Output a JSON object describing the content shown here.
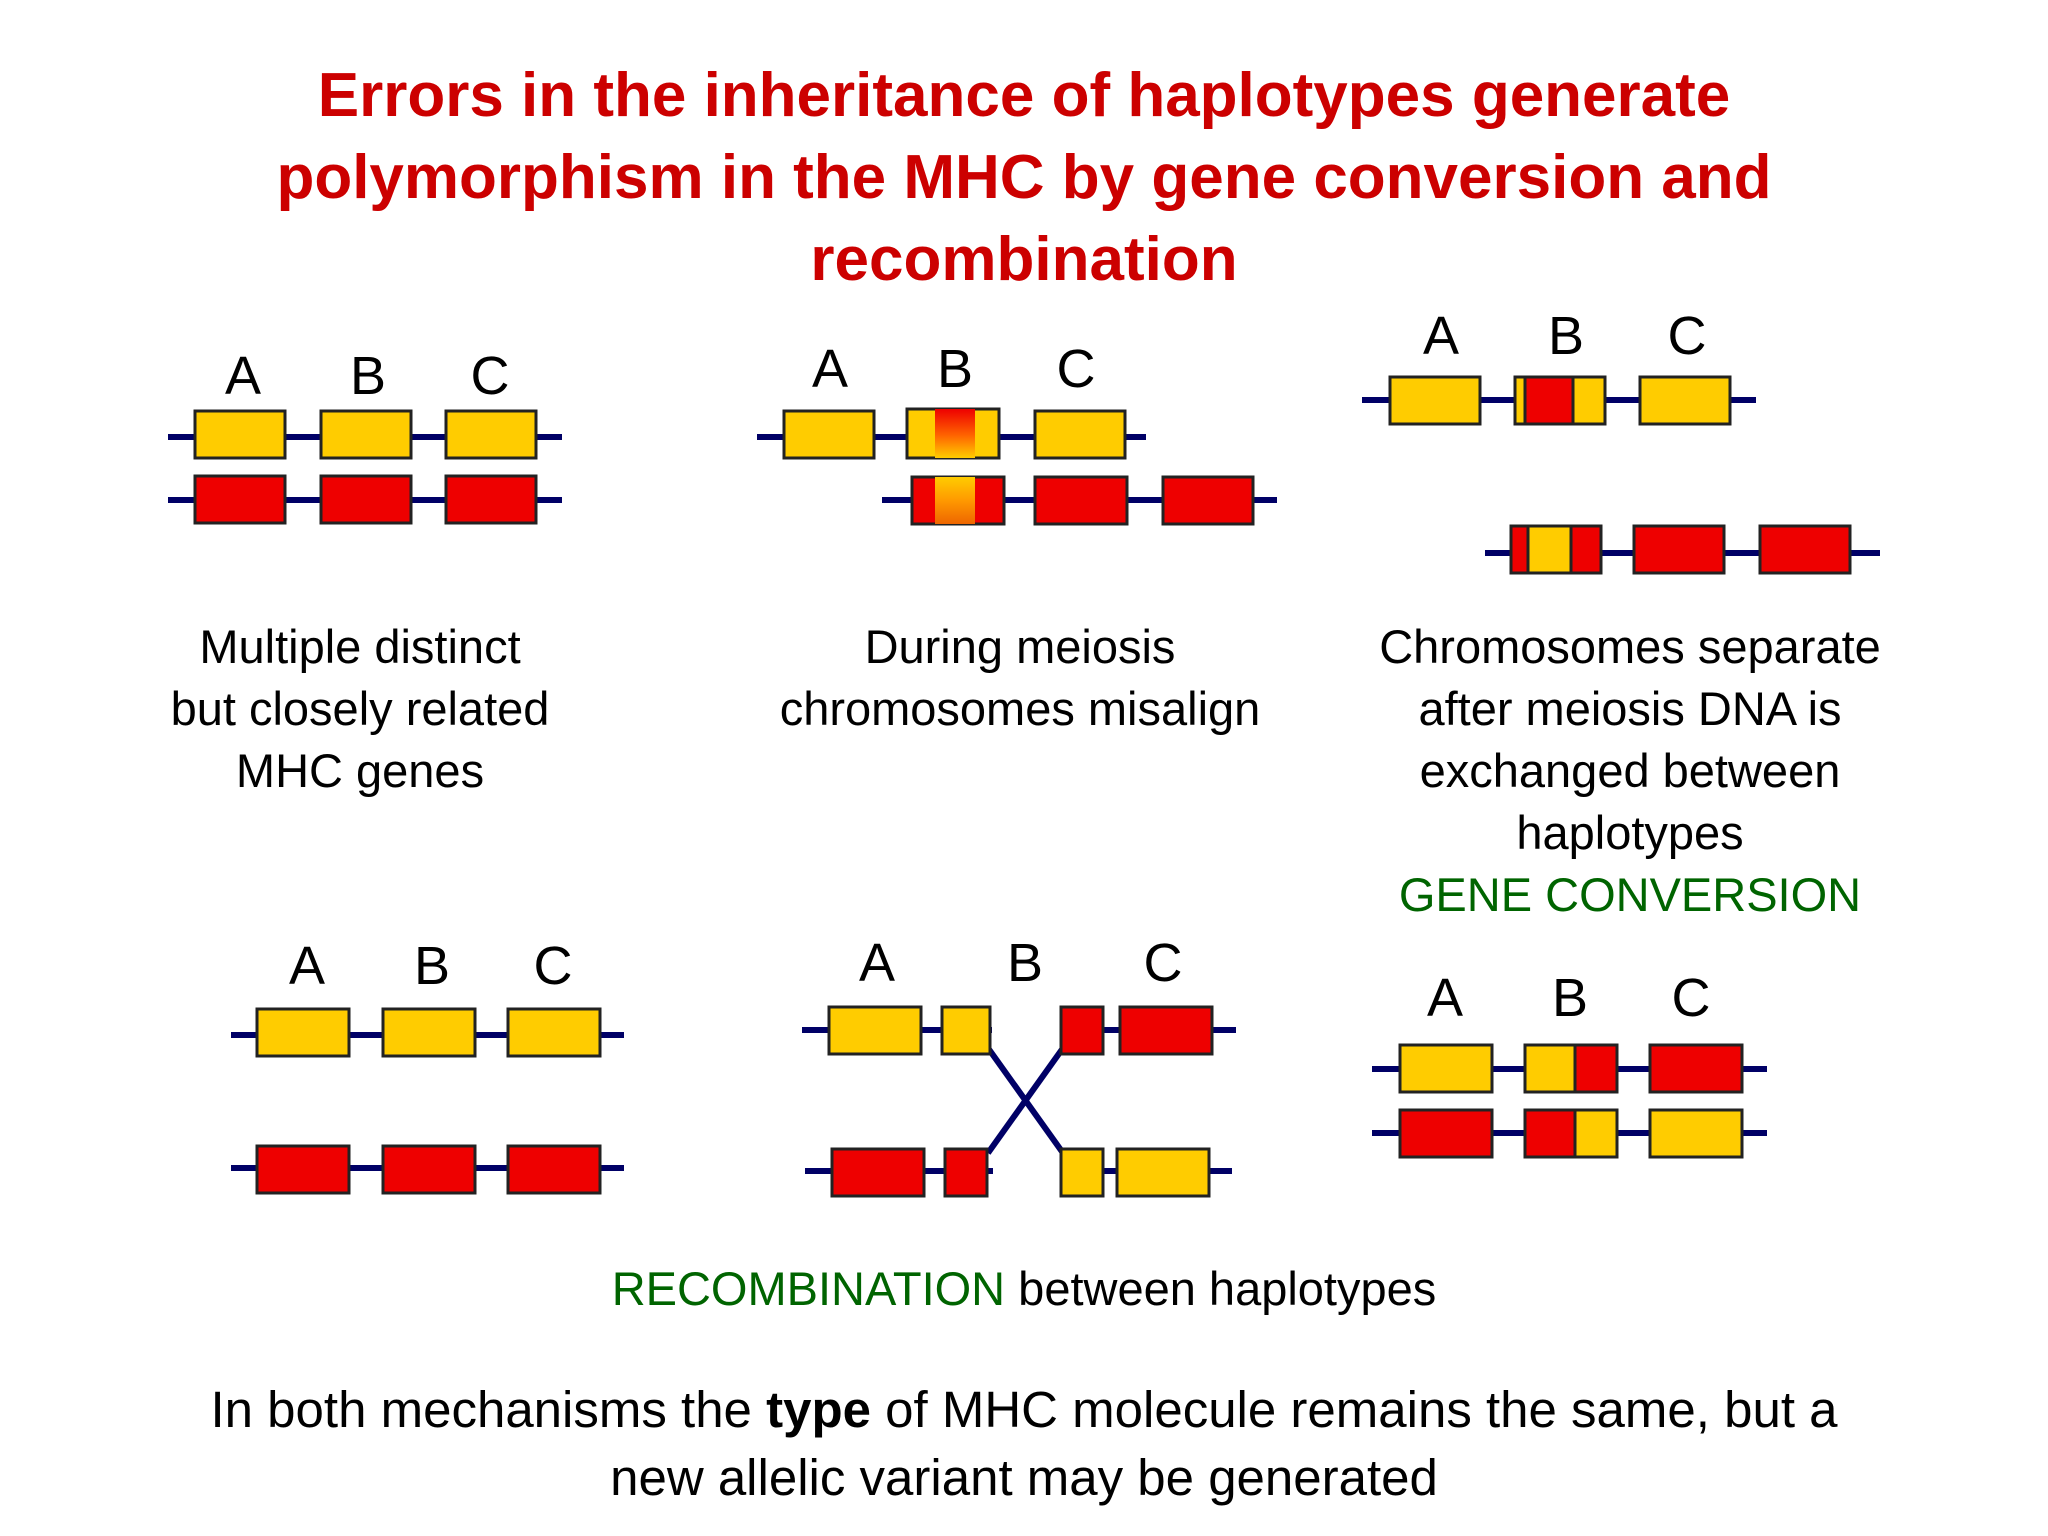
{
  "title": {
    "line1": "Errors in the inheritance of haplotypes generate",
    "line2": "polymorphism in the MHC by gene conversion and",
    "line3": "recombination"
  },
  "gene_labels": {
    "a": "A",
    "b": "B",
    "c": "C"
  },
  "captions": {
    "panel1": [
      "Multiple distinct",
      "but closely related",
      "MHC genes"
    ],
    "panel2": [
      "During meiosis",
      "chromosomes misalign"
    ],
    "panel3": [
      "Chromosomes separate",
      "after meiosis DNA is",
      "exchanged between",
      "haplotypes"
    ],
    "panel3_mechanism": "GENE CONVERSION",
    "recombination_word": "RECOMBINATION",
    "recombination_rest": " between haplotypes"
  },
  "footer": {
    "part1": "In both mechanisms the ",
    "bold": "type",
    "part2": " of MHC molecule remains the same, but a",
    "line2": "new allelic variant may be generated"
  },
  "colors": {
    "title": "#cc0000",
    "yellow_allele": "#ffcc00",
    "red_allele": "#ee0000",
    "chromosome_line": "#000066",
    "mechanism_label": "#006400"
  }
}
